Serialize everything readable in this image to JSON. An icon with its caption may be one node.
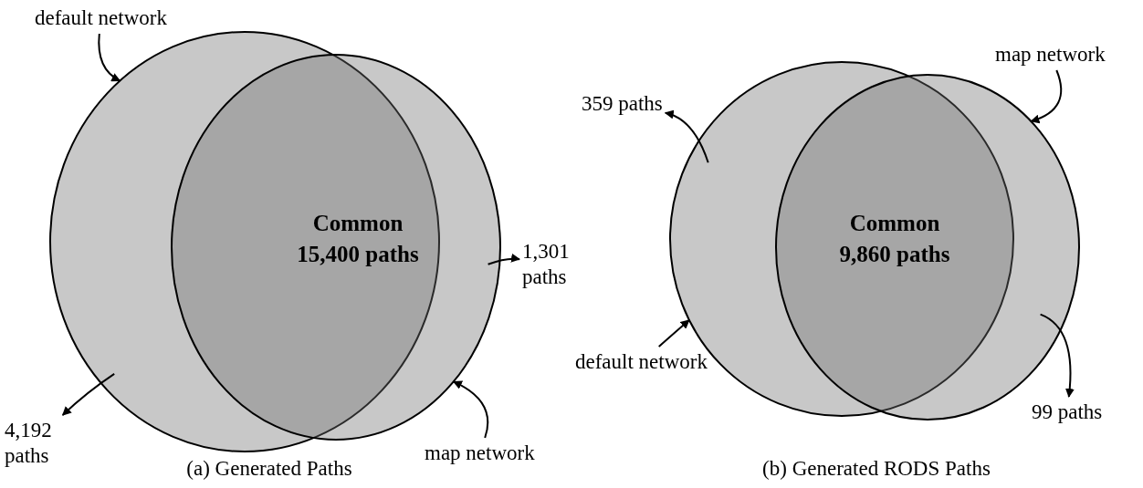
{
  "diagram": {
    "nodes": [
      {
        "text": [
          "default network"
        ]
      },
      {
        "text": [],
        "shape": "circle"
      },
      {
        "text": [],
        "shape": "circle"
      },
      {
        "text": [
          "4,192 paths"
        ]
      },
      {
        "text": [
          "1,301 paths"
        ]
      },
      {
        "text": [
          "map network"
        ]
      },
      {
        "text": [
          "359 paths"
        ]
      },
      {
        "text": [],
        "shape": "circle"
      },
      {
        "text": [],
        "shape": "circle"
      },
      {
        "text": [
          "map network"
        ]
      },
      {
        "text": [
          "default network"
        ]
      },
      {
        "text": [
          "99 paths"
        ]
      }
    ],
    "edges": [
      {
        "from": 0,
        "to": 1,
        "arrow": "to"
      },
      {
        "from": 1,
        "to": 3,
        "arrow": "to"
      },
      {
        "from": 2,
        "to": 4,
        "arrow": "to"
      },
      {
        "from": 5,
        "to": 2,
        "arrow": "to"
      },
      {
        "from": 7,
        "to": 6,
        "arrow": "to"
      },
      {
        "from": 9,
        "to": 8,
        "arrow": "to"
      },
      {
        "from": 10,
        "to": 7,
        "arrow": "to"
      },
      {
        "from": 8,
        "to": 11,
        "arrow": "to"
      }
    ],
    "labels": [
      "Common 15,400 paths",
      "Common 9,860 paths",
      "(a) Generated Paths",
      "(b) Generated RODS Paths"
    ]
  }
}
